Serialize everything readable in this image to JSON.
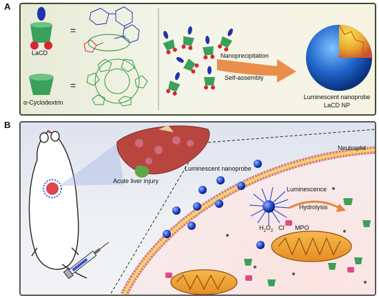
{
  "panel_a": {
    "letter": "A",
    "legend_eq": "=",
    "lacd_label": "LaCD",
    "cd_label": "α-Cyclodextrin",
    "arrow_top": "Nanoprecipitation",
    "arrow_bottom": "Self-assembly",
    "np_label_1": "Luminescent nanoprobe",
    "np_label_2": "LaCD NP"
  },
  "panel_b": {
    "letter": "B",
    "liver_label": "Acute liver injury",
    "nanoprobe_label": "Luminescent nanoprobe",
    "neutrophil_label": "Neutrophil",
    "luminescence_label": "Luminescence",
    "hydrolysis_label": "Hydrolysis",
    "h2o2_label": "H",
    "h2o2_sub1": "2",
    "h2o2_mid": "O",
    "h2o2_sub2": "2",
    "cl_label": "Cl",
    "cl_sup": "-",
    "mpo_label": "MPO"
  },
  "colors": {
    "cd_green": "#3aa05a",
    "lacd_blue": "#2233aa",
    "lacd_red": "#d8262f",
    "arrow_orange": "#e8833a",
    "np_blue": "#1e63c9",
    "liver": "#b8463f",
    "mito": "#f2a33a"
  }
}
